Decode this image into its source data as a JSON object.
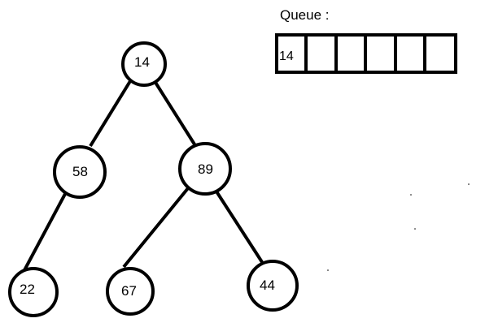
{
  "queue": {
    "title": "Queue :",
    "cells": [
      "14",
      "",
      "",
      "",
      "",
      ""
    ]
  },
  "tree": {
    "nodes": [
      {
        "id": "n14",
        "label": "14"
      },
      {
        "id": "n58",
        "label": "58"
      },
      {
        "id": "n89",
        "label": "89"
      },
      {
        "id": "n22",
        "label": "22"
      },
      {
        "id": "n67",
        "label": "67"
      },
      {
        "id": "n44",
        "label": "44"
      }
    ],
    "edges": [
      {
        "from": "n14",
        "to": "n58"
      },
      {
        "from": "n14",
        "to": "n89"
      },
      {
        "from": "n58",
        "to": "n22"
      },
      {
        "from": "n89",
        "to": "n67"
      },
      {
        "from": "n89",
        "to": "n44"
      }
    ]
  },
  "colors": {
    "stroke": "#000000",
    "background": "#ffffff"
  }
}
